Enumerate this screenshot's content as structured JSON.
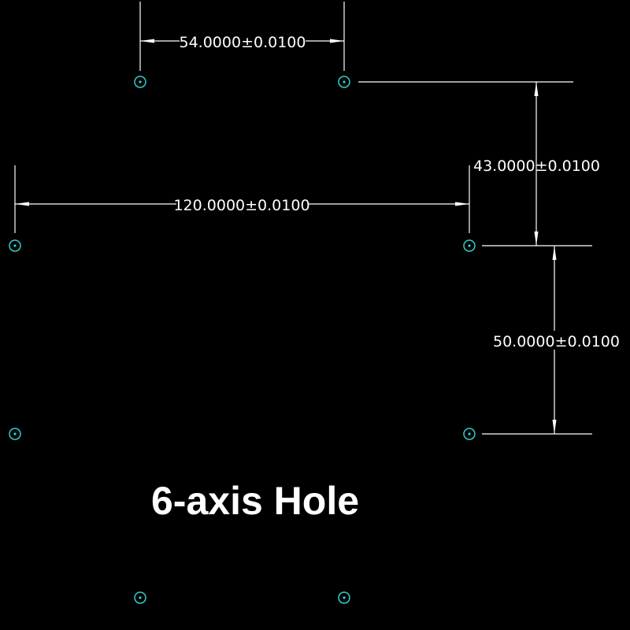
{
  "drawing": {
    "title": "6-axis Hole",
    "colors": {
      "background": "#000000",
      "lines": "#ffffff",
      "holes": "#33cccc"
    },
    "dimensions": [
      {
        "id": "dim-54",
        "label": "54.0000±0.0100",
        "value": 54.0,
        "tolerance": 0.01,
        "orientation": "horizontal"
      },
      {
        "id": "dim-120",
        "label": "120.0000±0.0100",
        "value": 120.0,
        "tolerance": 0.01,
        "orientation": "horizontal"
      },
      {
        "id": "dim-43",
        "label": "43.0000±0.0100",
        "value": 43.0,
        "tolerance": 0.01,
        "orientation": "vertical"
      },
      {
        "id": "dim-50",
        "label": "50.0000±0.0100",
        "value": 50.0,
        "tolerance": 0.01,
        "orientation": "vertical"
      }
    ],
    "holes": [
      {
        "id": "hole-top-left"
      },
      {
        "id": "hole-top-right"
      },
      {
        "id": "hole-upper-left"
      },
      {
        "id": "hole-upper-right"
      },
      {
        "id": "hole-lower-left"
      },
      {
        "id": "hole-lower-right"
      },
      {
        "id": "hole-bottom-left"
      },
      {
        "id": "hole-bottom-right"
      }
    ]
  }
}
